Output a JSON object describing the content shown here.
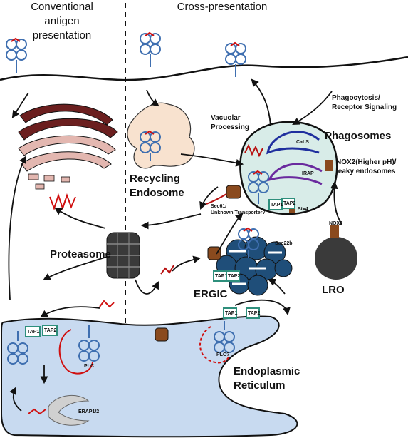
{
  "headers": {
    "conventional_line1": "Conventional",
    "conventional_line2": "antigen",
    "conventional_line3": "presentation",
    "cross": "Cross-presentation"
  },
  "compartments": {
    "recycling_line1": "Recycling",
    "recycling_line2": "Endosome",
    "phagosomes": "Phagosomes",
    "proteasome": "Proteasome",
    "ergic": "ERGIC",
    "lro": "LRO",
    "er_line1": "Endoplasmic",
    "er_line2": "Reticulum"
  },
  "processes": {
    "phagocytosis_line1": "Phagocytosis/",
    "phagocytosis_line2": "Receptor Signaling",
    "vacuolar_line1": "Vacuolar",
    "vacuolar_line2": "Processing",
    "nox2_line1": "NOX2(Higher pH)/",
    "nox2_line2": "leaky endosomes",
    "sec61_line1": "Sec61/",
    "sec61_line2": "Unknown Transporter?"
  },
  "molecules": {
    "cat_s": "Cat S",
    "irap": "IRAP",
    "tap1": "TAP1",
    "tap2": "TAP2",
    "stx4": "Stx4",
    "sec22b": "Sec22b",
    "nox2": "NOX2",
    "plc": "PLC",
    "plc_q": "PLC?",
    "erap": "ERAP1/2"
  },
  "colors": {
    "mhc_blue": "#3f6fb0",
    "peptide_red": "#d01010",
    "er_fill": "#c8daf0",
    "ergic_fill": "#1f4e79",
    "proteasome_fill": "#3a3a3a",
    "tap_green": "#2e8f7c",
    "golgi_dark": "#6b1f1f",
    "golgi_light": "#e3b7b0",
    "lro_fill": "#3a3a3a",
    "transporter_brown": "#8a4a1e"
  }
}
